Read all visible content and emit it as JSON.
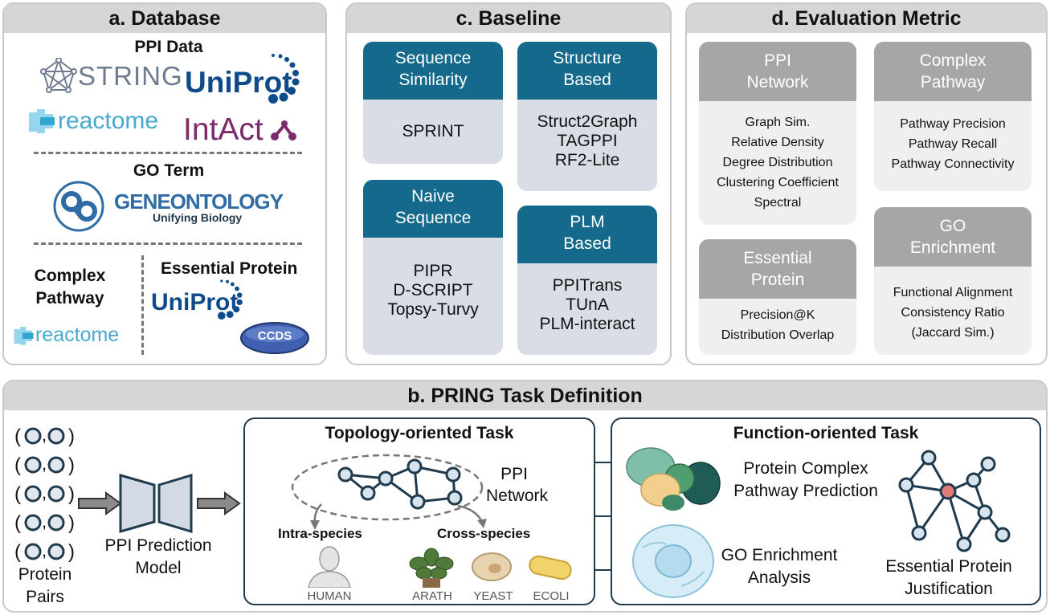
{
  "database": {
    "title": "a. Database",
    "ppi_data": "PPI Data",
    "string": "STRING",
    "uniprot": "UniProt",
    "reactome": "reactome",
    "intact": "IntAct",
    "go_term": "GO Term",
    "gene_ontology": "GENEONTOLOGY",
    "gene_ontology_sub": "Unifying Biology",
    "complex_pathway": [
      "Complex",
      "Pathway"
    ],
    "essential_protein": "Essential Protein",
    "ccds": "CCDS"
  },
  "baseline": {
    "title": "c. Baseline",
    "cards": [
      {
        "head": [
          "Sequence",
          "Similarity"
        ],
        "items": [
          "SPRINT"
        ]
      },
      {
        "head": [
          "Structure",
          "Based"
        ],
        "items": [
          "Struct2Graph",
          "TAGPPI",
          "RF2-Lite"
        ]
      },
      {
        "head": [
          "Naive",
          "Sequence"
        ],
        "items": [
          "PIPR",
          "D-SCRIPT",
          "Topsy-Turvy"
        ]
      },
      {
        "head": [
          "PLM",
          "Based"
        ],
        "items": [
          "PPITrans",
          "TUnA",
          "PLM-interact"
        ]
      }
    ]
  },
  "metric": {
    "title": "d. Evaluation Metric",
    "cards": [
      {
        "head": [
          "PPI",
          "Network"
        ],
        "items": [
          "Graph Sim.",
          "Relative Density",
          "Degree Distribution",
          "Clustering Coefficient",
          "Spectral"
        ]
      },
      {
        "head": [
          "Complex",
          "Pathway"
        ],
        "items": [
          "Pathway Precision",
          "Pathway Recall",
          "Pathway Connectivity"
        ]
      },
      {
        "head": [
          "Essential",
          "Protein"
        ],
        "items": [
          "Precision@K",
          "Distribution Overlap"
        ]
      },
      {
        "head": [
          "GO",
          "Enrichment"
        ],
        "items": [
          "Functional Alignment",
          "Consistency Ratio",
          "(Jaccard Sim.)"
        ]
      }
    ]
  },
  "task": {
    "title": "b. PRING Task Definition",
    "pair_sep": ",",
    "protein_pairs": [
      "Protein",
      "Pairs"
    ],
    "model": [
      "PPI Prediction",
      "Model"
    ],
    "topology": {
      "title": "Topology-oriented Task",
      "network": [
        "PPI",
        "Network"
      ],
      "intra": "Intra-species",
      "cross": "Cross-species",
      "species": [
        "HUMAN",
        "ARATH",
        "YEAST",
        "ECOLI"
      ]
    },
    "function": {
      "title": "Function-oriented Task",
      "complex": [
        "Protein Complex",
        "Pathway Prediction"
      ],
      "go": [
        "GO Enrichment",
        "Analysis"
      ],
      "essential": [
        "Essential Protein",
        "Justification"
      ]
    }
  }
}
